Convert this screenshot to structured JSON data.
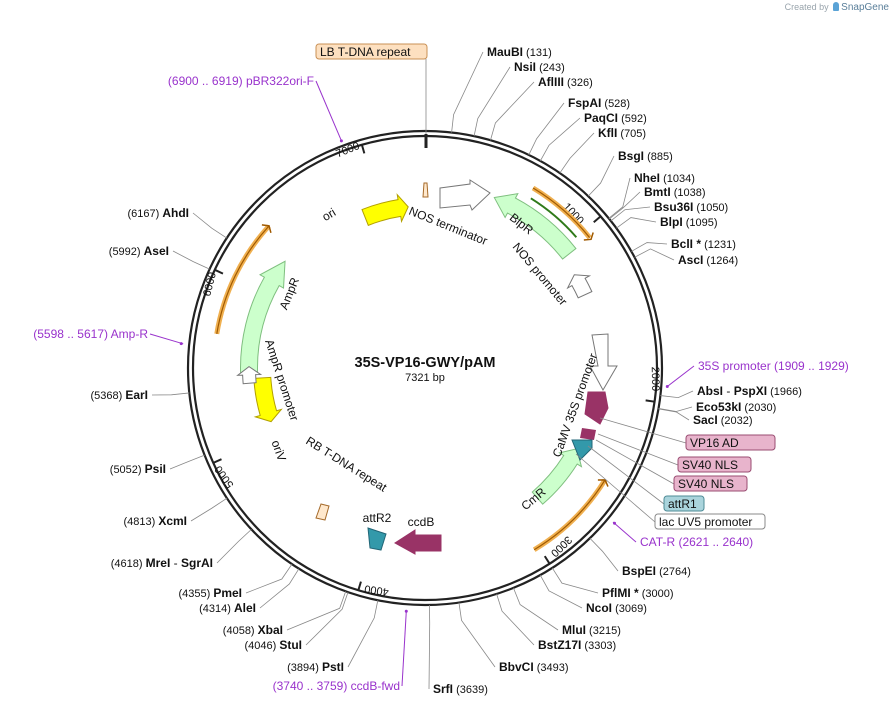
{
  "watermark": {
    "prefix": "Created by",
    "brand": "SnapGene"
  },
  "plasmid": {
    "name": "35S-VP16-GWY/pAM",
    "length_text": "7321 bp",
    "length": 7321
  },
  "ticks": [
    "1000",
    "2000",
    "3000",
    "4000",
    "5000",
    "6000",
    "7000"
  ],
  "colors": {
    "ori": "#ffff00",
    "ori_stroke": "#b3a000",
    "resistance": "#ccffcc",
    "resistance_stroke": "#7fbf7f",
    "promoter": "#ffffff",
    "promoter_stroke": "#777777",
    "cds_purple": "#993366",
    "att_teal": "#3399aa",
    "orange_arc": "#f0b050",
    "orange_dark": "#a05a00",
    "green_dark": "#2f7a1a",
    "primer": "#9933cc"
  },
  "sites": [
    {
      "name": "MauBI",
      "pos": "(131)"
    },
    {
      "name": "NsiI",
      "pos": "(243)"
    },
    {
      "name": "AflIII",
      "pos": "(326)"
    },
    {
      "name": "FspAI",
      "pos": "(528)"
    },
    {
      "name": "PaqCI",
      "pos": "(592)"
    },
    {
      "name": "KflI",
      "pos": "(705)"
    },
    {
      "name": "BsgI",
      "pos": "(885)"
    },
    {
      "name": "NheI",
      "pos": "(1034)"
    },
    {
      "name": "BmtI",
      "pos": "(1038)"
    },
    {
      "name": "Bsu36I",
      "pos": "(1050)"
    },
    {
      "name": "BlpI",
      "pos": "(1095)"
    },
    {
      "name": "BclI *",
      "pos": "(1231)"
    },
    {
      "name": "AscI",
      "pos": "(1264)"
    },
    {
      "name": "AbsI",
      "name2": "PspXI",
      "pos": "(1966)"
    },
    {
      "name": "Eco53kI",
      "pos": "(2030)"
    },
    {
      "name": "SacI",
      "pos": "(2032)"
    },
    {
      "name": "BspEI",
      "pos": "(2764)"
    },
    {
      "name": "PflMI *",
      "pos": "(3000)"
    },
    {
      "name": "NcoI",
      "pos": "(3069)"
    },
    {
      "name": "MluI",
      "pos": "(3215)"
    },
    {
      "name": "BstZ17I",
      "pos": "(3303)"
    },
    {
      "name": "BbvCI",
      "pos": "(3493)"
    },
    {
      "name": "SrfI",
      "pos": "(3639)"
    },
    {
      "name": "PstI",
      "pos": "(3894)"
    },
    {
      "name": "StuI",
      "pos": "(4046)"
    },
    {
      "name": "XbaI",
      "pos": "(4058)"
    },
    {
      "name": "AleI",
      "pos": "(4314)"
    },
    {
      "name": "PmeI",
      "pos": "(4355)"
    },
    {
      "name": "MreI",
      "name2": "SgrAI",
      "pos": "(4618)"
    },
    {
      "name": "XcmI",
      "pos": "(4813)"
    },
    {
      "name": "PsiI",
      "pos": "(5052)"
    },
    {
      "name": "EarI",
      "pos": "(5368)"
    },
    {
      "name": "AseI",
      "pos": "(5992)"
    },
    {
      "name": "AhdI",
      "pos": "(6167)"
    }
  ],
  "primers": [
    {
      "name": "pBR322ori-F",
      "range": "(6900 .. 6919)"
    },
    {
      "name": "Amp-R",
      "range": "(5598 .. 5617)"
    },
    {
      "name": "35S promoter",
      "range": "(1909 .. 1929)"
    },
    {
      "name": "CAT-R",
      "range": "(2621 .. 2640)"
    },
    {
      "name": "ccdB-fwd",
      "range": "(3740 .. 3759)"
    }
  ],
  "boxed_labels": [
    {
      "text": "LB T-DNA repeat"
    },
    {
      "text": "VP16 AD"
    },
    {
      "text": "SV40 NLS"
    },
    {
      "text": "SV40 NLS"
    },
    {
      "text": "attR1"
    },
    {
      "text": "lac UV5 promoter"
    }
  ],
  "features": [
    {
      "text": "NOS terminator"
    },
    {
      "text": "BlpR"
    },
    {
      "text": "NOS promoter"
    },
    {
      "text": "CaMV 35S promoter"
    },
    {
      "text": "CmR"
    },
    {
      "text": "ccdB"
    },
    {
      "text": "attR2"
    },
    {
      "text": "RB T-DNA repeat"
    },
    {
      "text": "oriV"
    },
    {
      "text": "AmpR promoter"
    },
    {
      "text": "AmpR"
    },
    {
      "text": "ori"
    }
  ]
}
